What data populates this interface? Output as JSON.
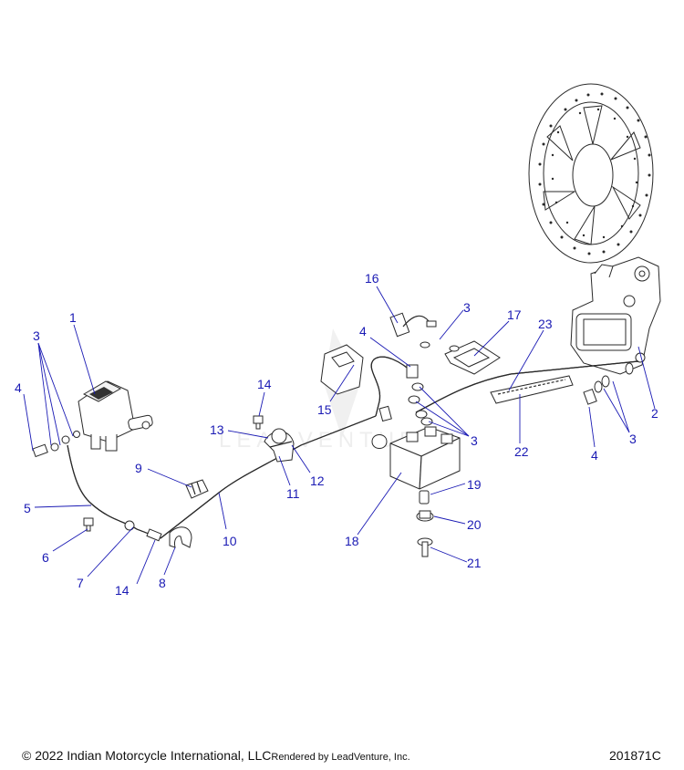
{
  "callouts": {
    "c1": "1",
    "c2": "2",
    "c3a": "3",
    "c3b": "3",
    "c3c": "3",
    "c3d": "3",
    "c4a": "4",
    "c4b": "4",
    "c4c": "4",
    "c5": "5",
    "c6": "6",
    "c7": "7",
    "c8": "8",
    "c9": "9",
    "c10": "10",
    "c11": "11",
    "c12": "12",
    "c13": "13",
    "c14a": "14",
    "c14b": "14",
    "c15": "15",
    "c16": "16",
    "c17": "17",
    "c18": "18",
    "c19": "19",
    "c20": "20",
    "c21": "21",
    "c22": "22",
    "c23": "23"
  },
  "watermark": "LEADVENTURE",
  "footer": {
    "copyright": "© 2022 Indian Motorcycle International, LLC",
    "rendered_by": "Rendered by LeadVenture, Inc.",
    "diagram_id": "201871C"
  }
}
